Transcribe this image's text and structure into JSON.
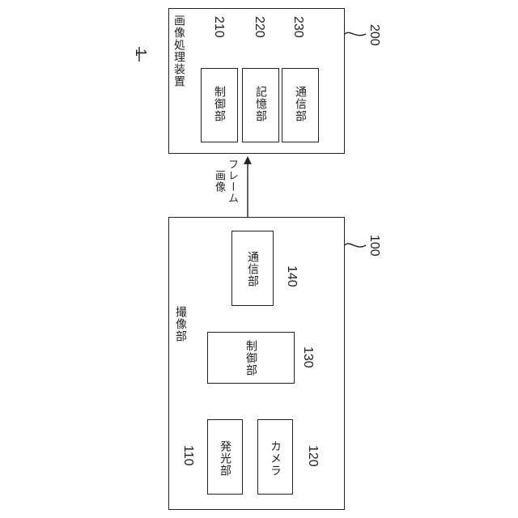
{
  "system": {
    "ref": "1"
  },
  "image_processing_device": {
    "title": "画像処理装置",
    "ref": "200",
    "blocks": [
      {
        "label": "制御部",
        "ref": "210"
      },
      {
        "label": "記憶部",
        "ref": "220"
      },
      {
        "label": "通信部",
        "ref": "230"
      }
    ]
  },
  "connection": {
    "label_line1": "フレーム",
    "label_line2": "画像"
  },
  "imaging_unit": {
    "title": "撮像部",
    "ref": "100",
    "blocks": {
      "communication": {
        "label": "通信部",
        "ref": "140"
      },
      "control": {
        "label": "制御部",
        "ref": "130"
      },
      "light_emitter": {
        "label": "発光部",
        "ref": "110"
      },
      "camera": {
        "label": "カメラ",
        "ref": "120"
      }
    }
  }
}
